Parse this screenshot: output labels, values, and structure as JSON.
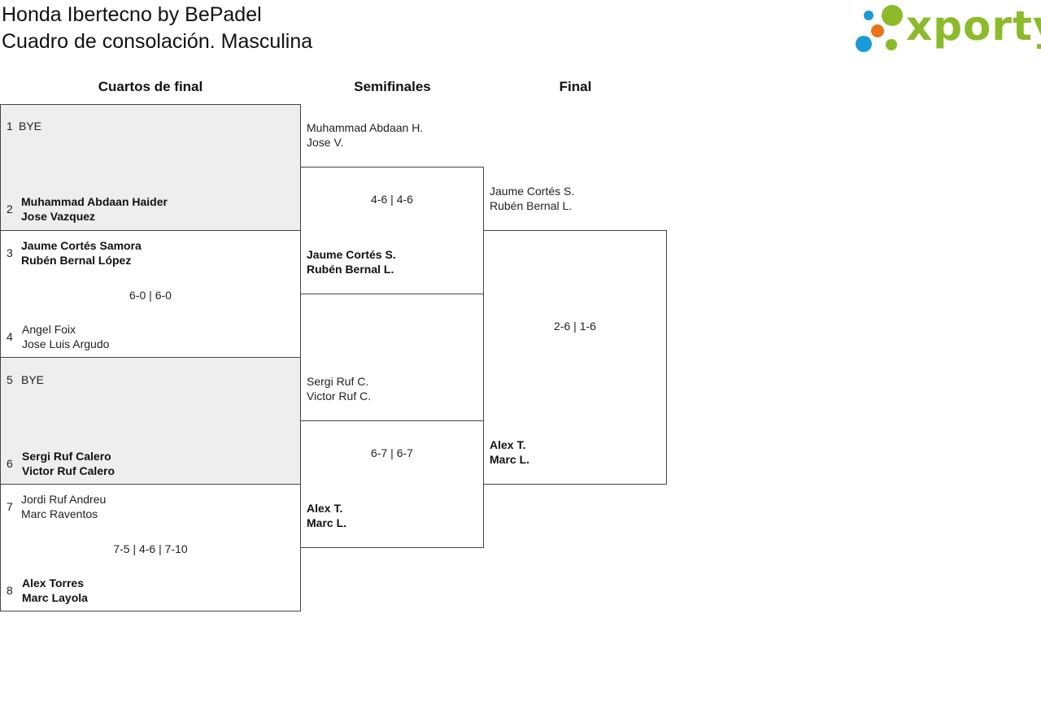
{
  "header": {
    "title_line1": "Honda Ibertecno by BePadel",
    "title_line2": "Cuadro de consolación. Masculina",
    "logo_text": "xporty",
    "logo_colors": {
      "green": "#8bbb2a",
      "blue": "#1a9ad6",
      "orange": "#e8751a"
    }
  },
  "rounds": {
    "qf": "Cuartos de final",
    "sf": "Semifinales",
    "final": "Final"
  },
  "quarterfinals": [
    {
      "top": {
        "seed": "1",
        "names": [
          "BYE",
          ""
        ]
      },
      "bottom": {
        "seed": "2",
        "names": [
          "Muhammad Abdaan Haider",
          "Jose Vazquez"
        ]
      },
      "score": ""
    },
    {
      "top": {
        "seed": "3",
        "names": [
          "Jaume Cortés Samora",
          "Rubén Bernal López"
        ]
      },
      "bottom": {
        "seed": "4",
        "names": [
          "Angel Foix",
          "Jose Luis Argudo"
        ]
      },
      "score": "6-0 | 6-0"
    },
    {
      "top": {
        "seed": "5",
        "names": [
          "BYE",
          ""
        ]
      },
      "bottom": {
        "seed": "6",
        "names": [
          "Sergi Ruf Calero",
          "Victor Ruf Calero"
        ]
      },
      "score": ""
    },
    {
      "top": {
        "seed": "7",
        "names": [
          "Jordi Ruf Andreu",
          "Marc Raventos"
        ]
      },
      "bottom": {
        "seed": "8",
        "names": [
          "Alex Torres",
          "Marc Layola"
        ]
      },
      "score": "7-5 | 4-6 | 7-10"
    }
  ],
  "semifinals": [
    {
      "top": [
        "Muhammad Abdaan H.",
        "Jose V."
      ],
      "bottom": [
        "Jaume Cortés S.",
        "Rubén Bernal L."
      ],
      "score": "4-6 | 4-6"
    },
    {
      "top": [
        "Sergi Ruf C.",
        "Victor Ruf C."
      ],
      "bottom": [
        "Alex T.",
        "Marc L."
      ],
      "score": "6-7 | 6-7"
    }
  ],
  "final": {
    "top": [
      "Jaume Cortés S.",
      "Rubén Bernal L."
    ],
    "bottom": [
      "Alex T.",
      "Marc L."
    ],
    "score": "2-6 | 1-6"
  }
}
